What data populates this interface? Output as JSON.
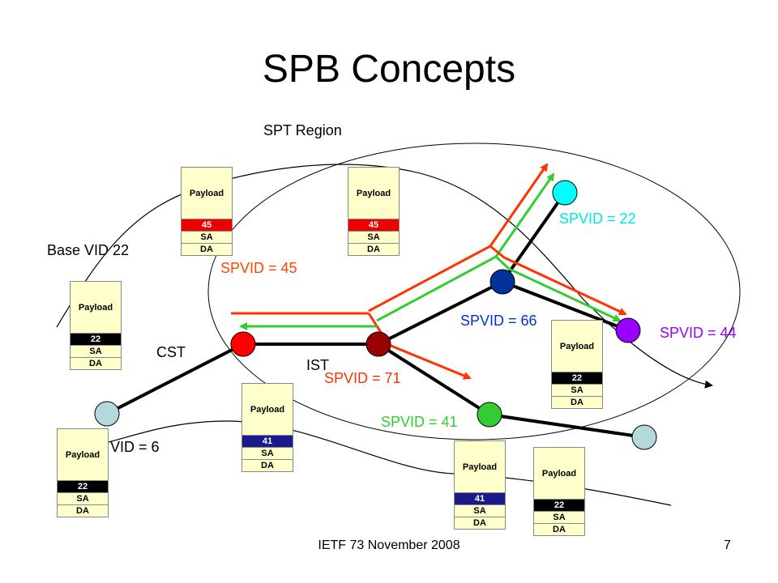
{
  "title": "SPB Concepts",
  "labels": {
    "spt_region": "SPT Region",
    "base_vid": "Base VID 22",
    "cst": "CST",
    "ist": "IST",
    "vid6": "VID = 6"
  },
  "spvids": [
    {
      "id": "45",
      "text": "SPVID = 45",
      "color": "#ff4500"
    },
    {
      "id": "22",
      "text": "SPVID = 22",
      "color": "#00e5e5"
    },
    {
      "id": "66",
      "text": "SPVID = 66",
      "color": "#0033cc"
    },
    {
      "id": "44",
      "text": "SPVID = 44",
      "color": "#9900ff"
    },
    {
      "id": "71",
      "text": "SPVID = 71",
      "color": "#ff3300"
    },
    {
      "id": "41",
      "text": "SPVID = 41",
      "color": "#33cc33"
    }
  ],
  "frames": [
    {
      "payload": "Payload",
      "vid": "45",
      "vid_color": "#ee0000",
      "sa": "SA",
      "da": "DA"
    },
    {
      "payload": "Payload",
      "vid": "45",
      "vid_color": "#ee0000",
      "sa": "SA",
      "da": "DA"
    },
    {
      "payload": "Payload",
      "vid": "22",
      "vid_color": "#000000",
      "sa": "SA",
      "da": "DA"
    },
    {
      "payload": "Payload",
      "vid": "22",
      "vid_color": "#000000",
      "sa": "SA",
      "da": "DA"
    },
    {
      "payload": "Payload",
      "vid": "41",
      "vid_color": "#1a1a8c",
      "sa": "SA",
      "da": "DA"
    },
    {
      "payload": "Payload",
      "vid": "22",
      "vid_color": "#000000",
      "sa": "SA",
      "da": "DA"
    },
    {
      "payload": "Payload",
      "vid": "41",
      "vid_color": "#1a1a8c",
      "sa": "SA",
      "da": "DA"
    },
    {
      "payload": "Payload",
      "vid": "22",
      "vid_color": "#000000",
      "sa": "SA",
      "da": "DA"
    }
  ],
  "node_colors": {
    "red": "#ff0000",
    "darkred": "#990000",
    "cyan": "#00ffff",
    "blue": "#003399",
    "purple": "#9900ff",
    "green": "#33cc33",
    "gray": "#b3d9dd"
  },
  "path_colors": {
    "orange": "#ff3300",
    "green": "#33cc33"
  },
  "footer": "IETF 73 November 2008",
  "page_number": "7"
}
